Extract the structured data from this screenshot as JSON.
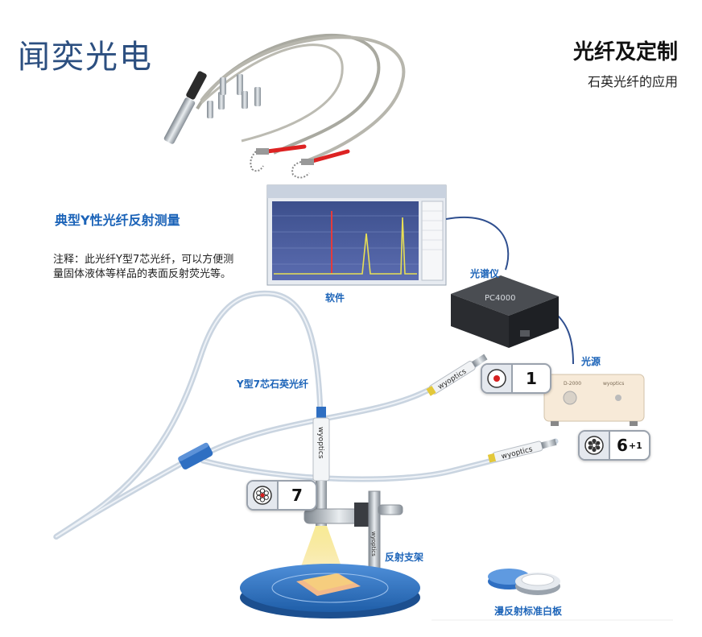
{
  "brand": "闻奕光电",
  "title": "光纤及定制",
  "subtitle": "石英光纤的应用",
  "heading": "典型Y性光纤反射测量",
  "note": "注释：此光纤Y型7芯光纤，可以方便测量固体液体等样品的表面反射荧光等。",
  "labels": {
    "software": "软件",
    "spectrometer": "光谱仪",
    "light_source": "光源",
    "fiber": "Y型7芯石英光纤",
    "stand": "反射支架",
    "white_board": "漫反射标准白板"
  },
  "badges": {
    "spectrometer_fiber": {
      "icon": "single-core-icon",
      "value": "1"
    },
    "source_fiber": {
      "icon": "six-core-ring-icon",
      "value": "6",
      "sup": "+1"
    },
    "probe": {
      "icon": "seven-core-icon",
      "value": "7"
    }
  },
  "device_texts": {
    "spectrometer_model": "PC4000",
    "source_model": "D-2000",
    "source_brand": "wyoptics",
    "connector_brand": "wyoptics"
  },
  "colors": {
    "brand": "#2c4f80",
    "accent_blue": "#1b63b8",
    "fiber_jacket": "#c9d4e0",
    "splitter": "#2f6fc2"
  }
}
